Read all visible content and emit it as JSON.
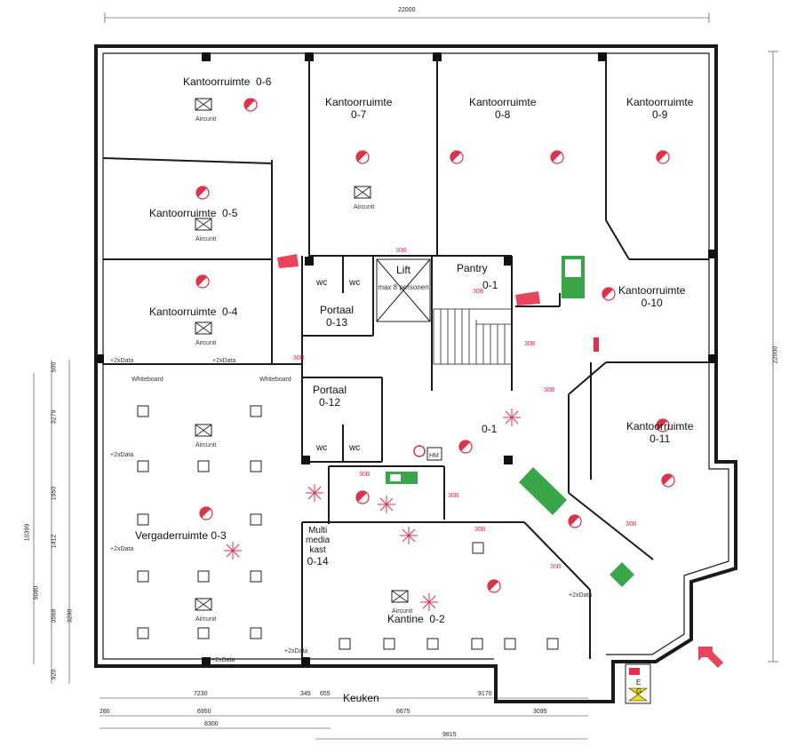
{
  "rooms": {
    "r06": {
      "name": "Kantoorruimte",
      "num": "0-6"
    },
    "r07": {
      "name": "Kantoorruimte",
      "num": "0-7"
    },
    "r08": {
      "name": "Kantoorruimte",
      "num": "0-8"
    },
    "r09": {
      "name": "Kantoorruimte",
      "num": "0-9"
    },
    "r05": {
      "name": "Kantoorruimte",
      "num": "0-5"
    },
    "r04": {
      "name": "Kantoorruimte",
      "num": "0-4"
    },
    "r010": {
      "name": "Kantoorruimte",
      "num": "0-10"
    },
    "r011": {
      "name": "Kantoorruimte",
      "num": "0-11"
    },
    "lift": {
      "name": "Lift",
      "capacity": "max 8 personen"
    },
    "pantry": {
      "name": "Pantry",
      "num": "0-1"
    },
    "portaal13": {
      "name": "Portaal",
      "num": "0-13"
    },
    "portaal12": {
      "name": "Portaal",
      "num": "0-12"
    },
    "hall": {
      "num": "0-1"
    },
    "vergader": {
      "name": "Vergaderruimte",
      "num": "0-3"
    },
    "kantine": {
      "name": "Kantine",
      "num": "0-2"
    },
    "multimedia": {
      "line1": "Multi",
      "line2": "media",
      "line3": "kast",
      "num": "0-14"
    },
    "wc": "wc",
    "keuken": "Keuken"
  },
  "symbols": {
    "airco": "Aircunit",
    "hm": "HM",
    "fire_rating": "30B",
    "data": "+2xData",
    "whiteboard": "Whiteboard",
    "gas_label_e": "E",
    "gas_label_g": "G"
  },
  "dimensions": {
    "top": "22000",
    "right": "22000",
    "left_total": "10399",
    "left": [
      "500",
      "3279",
      "1950",
      "1412",
      "5080",
      "3568",
      "3290",
      "920"
    ],
    "bottom_row1": [
      "7230",
      "345",
      "655",
      "9170"
    ],
    "bottom_row2": [
      "280",
      "6950",
      "6675",
      "3095"
    ],
    "bottom_row3": [
      "8300"
    ],
    "bottom_row4": [
      "9815"
    ]
  },
  "colors": {
    "wall": "#1a1a1a",
    "pillar": "#111111",
    "sensor": "#e0304a",
    "exit_sign": "#3aa64a",
    "arrow": "#e8455a",
    "gas": "#f2e200"
  }
}
